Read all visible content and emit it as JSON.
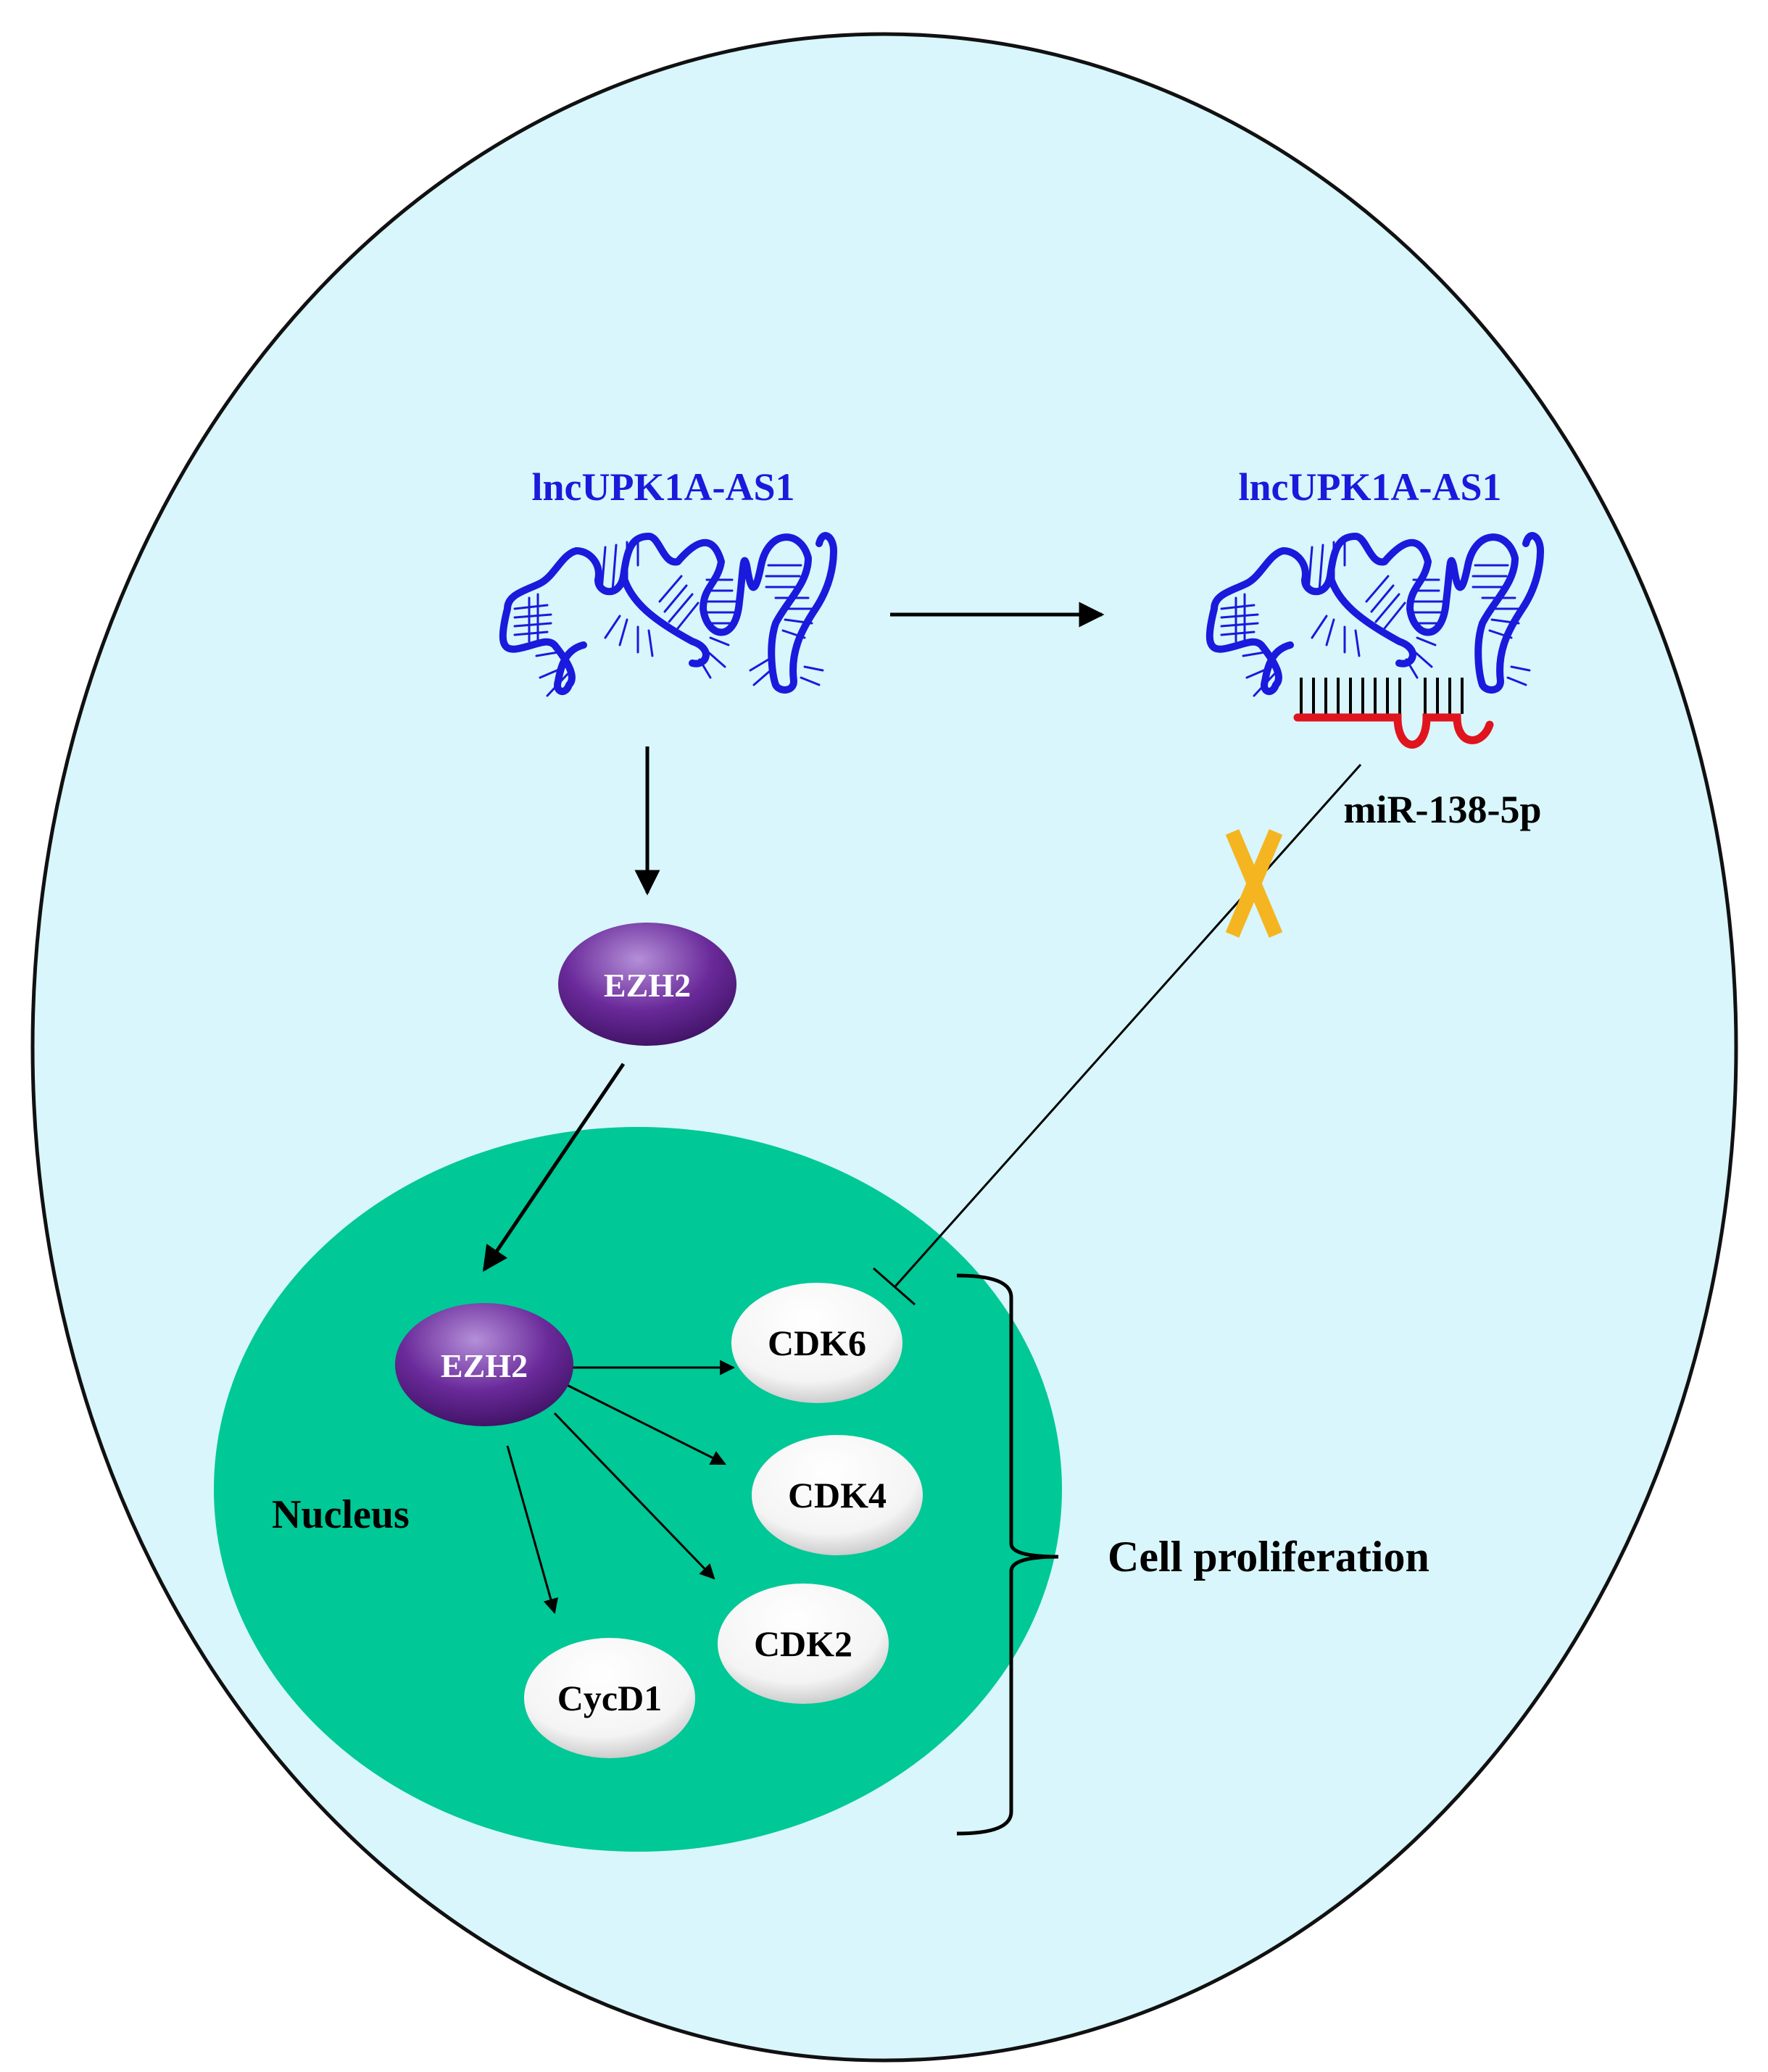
{
  "labels": {
    "lnc_left": "lncUPK1A-AS1",
    "lnc_right": "lncUPK1A-AS1",
    "mirna": "miR-138-5p",
    "ezh2_cytoplasm": "EZH2",
    "ezh2_nucleus": "EZH2",
    "cdk6": "CDK6",
    "cdk4": "CDK4",
    "cdk2": "CDK2",
    "cycd1": "CycD1",
    "nucleus": "Nucleus",
    "cell_proliferation": "Cell proliferation"
  },
  "colors": {
    "cell_fill": "#d8f6fb",
    "nucleus_fill": "#00c896",
    "lncrna": "#1a1adc",
    "mirna": "#e0141e",
    "ezh2": "#6a2a9a",
    "block_x": "#f5b520",
    "text_blue": "#1a1adc"
  }
}
